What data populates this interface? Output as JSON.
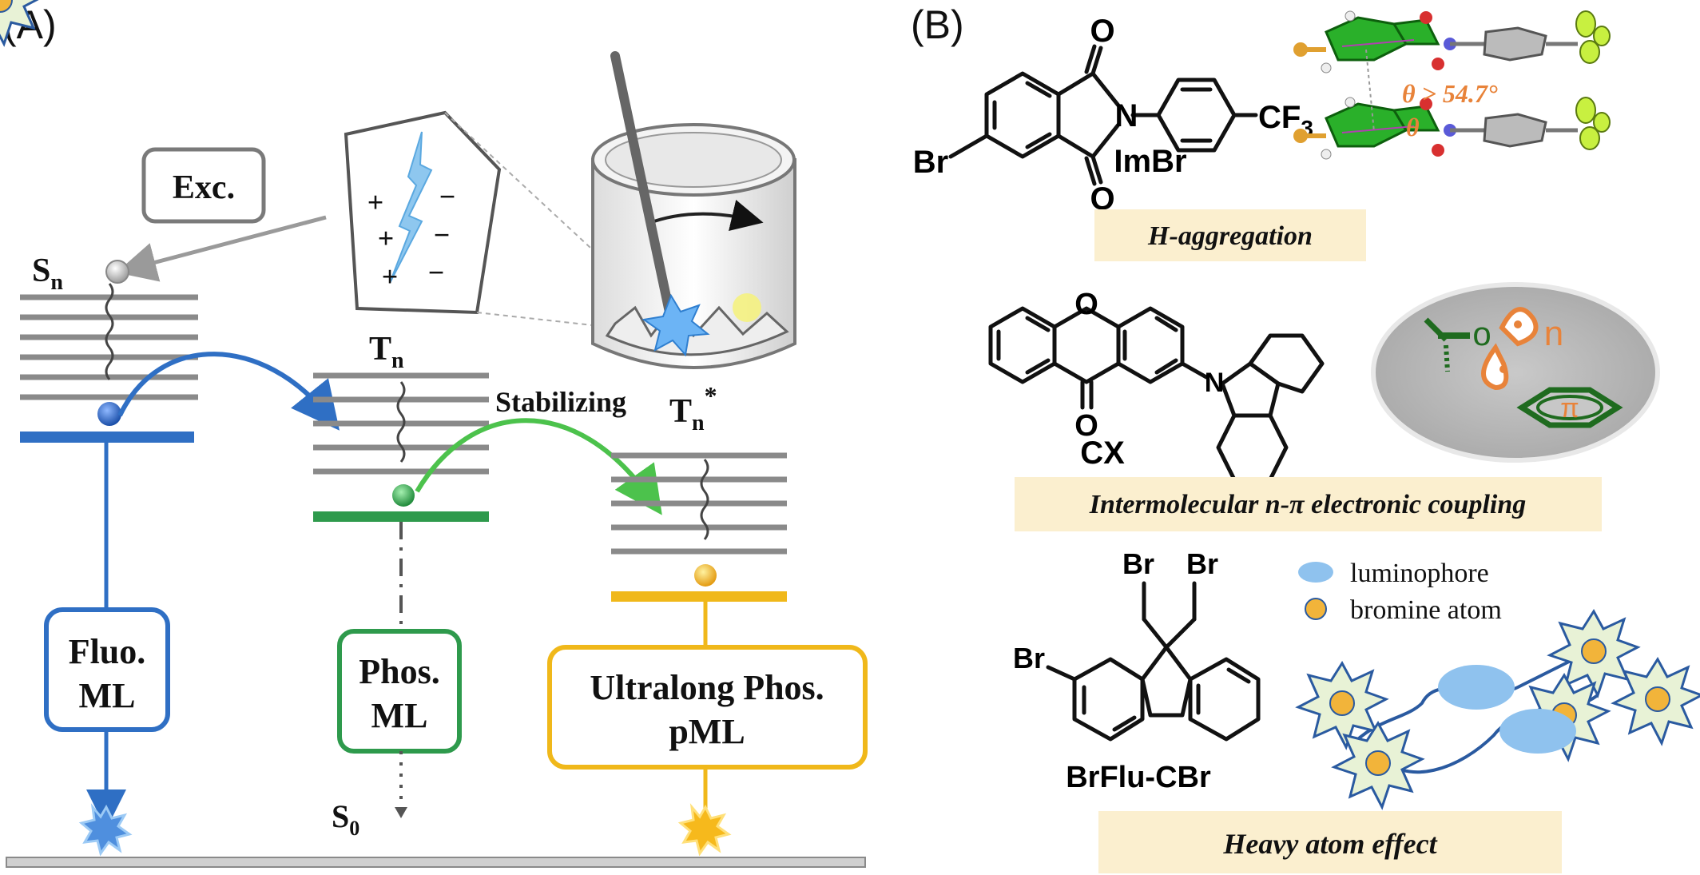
{
  "panel_a": {
    "label": "(A)",
    "exc": "Exc.",
    "plus": "+",
    "minus": "−",
    "states": {
      "sn": "S",
      "sn_sub": "n",
      "tn": "T",
      "tn_sub": "n",
      "tnstar": "T",
      "tnstar_sub": "n",
      "tnstar_sup": "*",
      "s0": "S",
      "s0_sub": "0"
    },
    "stabilizing": "Stabilizing",
    "fluo": [
      "Fluo.",
      "ML"
    ],
    "phos": [
      "Phos.",
      "ML"
    ],
    "ultralong": [
      "Ultralong Phos.",
      "pML"
    ],
    "colors": {
      "blue": "#2f6fc4",
      "green": "#2e9a4c",
      "yellow": "#f0b81a",
      "gray": "#8a8a8a"
    }
  },
  "panel_b": {
    "label": "(B)",
    "imbr": {
      "name": "ImBr",
      "br": "Br",
      "n": "N",
      "o1": "O",
      "o2": "O",
      "cf3": "CF",
      "cf3_sub": "3"
    },
    "theta_text": "θ > 54.7°",
    "theta_short": "θ",
    "h_aggregation": "H-aggregation",
    "cx": {
      "name": "CX",
      "o_ring": "O",
      "o_keto": "O",
      "n": "N"
    },
    "coupling_glyphs": {
      "o": "o",
      "n": "n",
      "pi": "π"
    },
    "coupling": "Intermolecular n-π electronic coupling",
    "legend": {
      "luminophore": "luminophore",
      "bromine": "bromine atom"
    },
    "brflu": {
      "name": "BrFlu-CBr",
      "br1": "Br",
      "br2": "Br",
      "br3": "Br"
    },
    "heavy_atom": "Heavy atom effect",
    "colors": {
      "banner": "#fbefcf",
      "orange": "#e8833a",
      "dkgreen": "#1f6b1f"
    }
  }
}
